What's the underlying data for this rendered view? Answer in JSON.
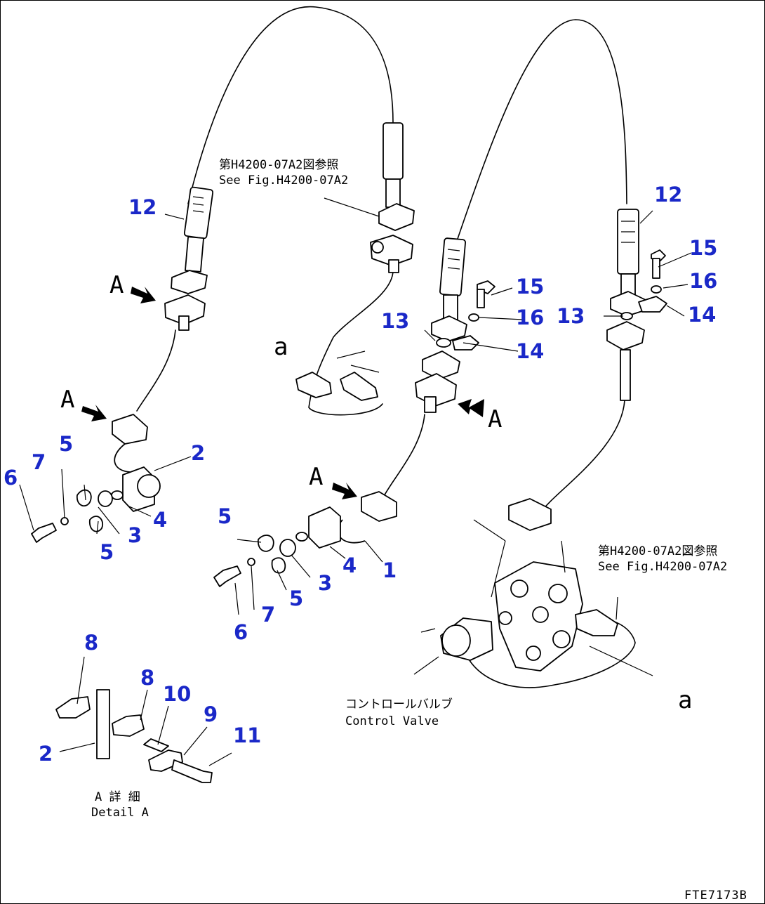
{
  "figure_code": "FTE7173B",
  "references": {
    "top_jp": "第H4200-07A2図参照",
    "top_en": "See Fig.H4200-07A2",
    "right_jp": "第H4200-07A2図参照",
    "right_en": "See Fig.H4200-07A2"
  },
  "control_valve": {
    "jp": "コントロールバルブ",
    "en": "Control Valve"
  },
  "detail": {
    "jp": "A 詳 細",
    "en": "Detail A"
  },
  "view_letters": {
    "a_lower": "a",
    "a_upper": "A"
  },
  "callouts": {
    "n1": "1",
    "n2": "2",
    "n3": "3",
    "n4": "4",
    "n5": "5",
    "n6": "6",
    "n7": "7",
    "n8": "8",
    "n9": "9",
    "n10": "10",
    "n11": "11",
    "n12": "12",
    "n13": "13",
    "n14": "14",
    "n15": "15",
    "n16": "16"
  },
  "colors": {
    "callout": "#1a28c8",
    "line": "#000000",
    "background": "#ffffff"
  }
}
